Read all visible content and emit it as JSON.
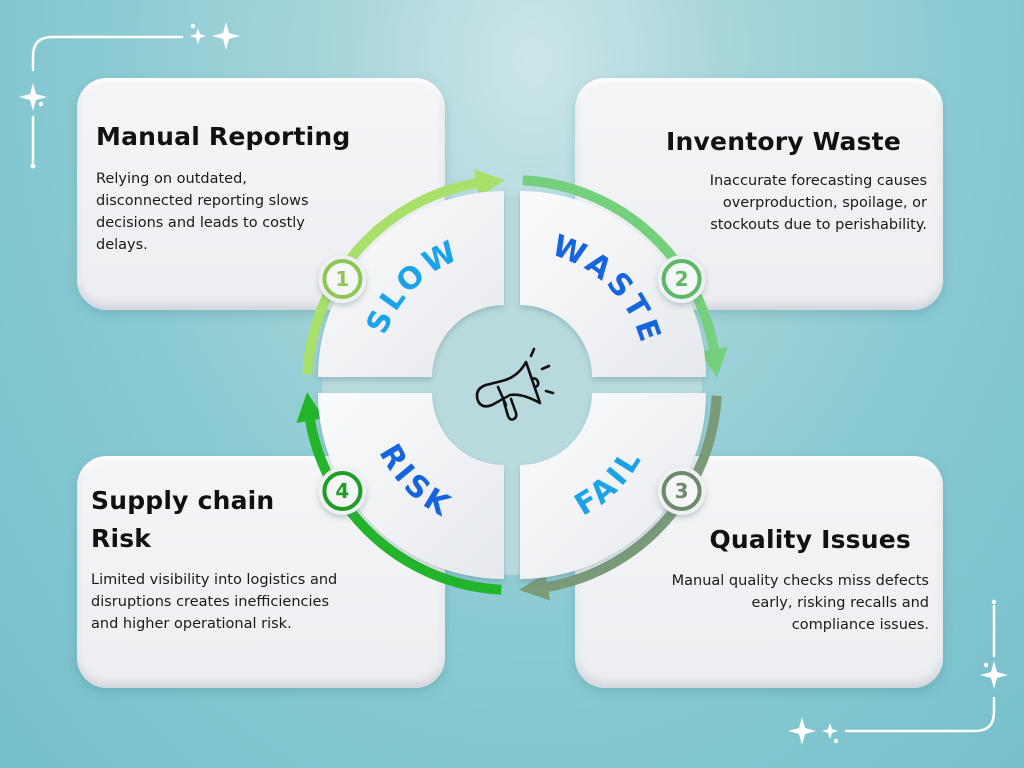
{
  "cards": [
    {
      "title": "Manual Reporting",
      "text": "Relying on outdated, disconnected reporting slows decisions and leads to costly delays."
    },
    {
      "title": "Inventory Waste",
      "text": "Inaccurate forecasting causes overproduction, spoilage, or stockouts due to perishability."
    },
    {
      "title": "Quality Issues",
      "text": "Manual quality checks miss defects early, risking recalls and compliance issues."
    },
    {
      "title": "Supply chain Risk",
      "text": "Limited visibility into logistics and disruptions creates inefficiencies and higher operational risk."
    }
  ],
  "wheel": {
    "segments": [
      {
        "number": "1",
        "label": "SLOW",
        "arc_color": "#a8e06a",
        "badge_color": "#8cc653",
        "text_color": "#1aa3e8"
      },
      {
        "number": "2",
        "label": "WASTE",
        "arc_color": "#74d07c",
        "badge_color": "#5bb865",
        "text_color": "#1565e0"
      },
      {
        "number": "3",
        "label": "FAIL",
        "arc_color": "#7a9a78",
        "badge_color": "#6e8a6c",
        "text_color": "#1aa3e8"
      },
      {
        "number": "4",
        "label": "RISK",
        "arc_color": "#22b52a",
        "badge_color": "#1e9e26",
        "text_color": "#1565e0"
      }
    ],
    "center_icon": "megaphone-icon"
  }
}
